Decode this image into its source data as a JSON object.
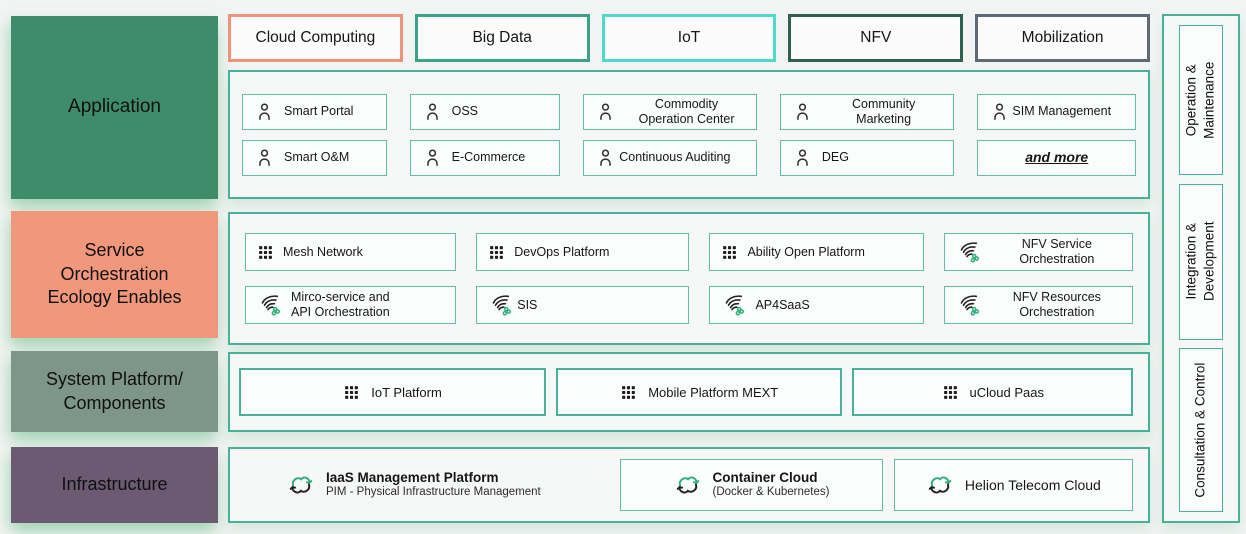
{
  "colors": {
    "accent_teal": "#47b199",
    "item_border_teal": "#62bca8",
    "cloud_computing_border": "#ec9478",
    "big_data_border": "#3ca189",
    "iot_border": "#4fd9cd",
    "nfv_border": "#2e5f4f",
    "mobilization_border": "#5d6a76",
    "application_block": "#3e8c69",
    "service_block": "#f0977c",
    "system_block": "#7e968a",
    "infrastructure_block": "#6b5a71",
    "icon_green": "#2fae7c"
  },
  "left_column": {
    "rows": [
      {
        "label": "Application"
      },
      {
        "label": "Service\nOrchestration\nEcology Enables"
      },
      {
        "label": "System Platform/\nComponents"
      },
      {
        "label": "Infrastructure"
      }
    ]
  },
  "top_bar": {
    "items": [
      {
        "label": "Cloud Computing",
        "border": "#ec9478"
      },
      {
        "label": "Big Data",
        "border": "#3ca189"
      },
      {
        "label": "IoT",
        "border": "#4fd9cd"
      },
      {
        "label": "NFV",
        "border": "#2e5f4f"
      },
      {
        "label": "Mobilization",
        "border": "#5d6a76"
      }
    ]
  },
  "application": {
    "items": [
      {
        "label": "Smart Portal",
        "icon": "person-icon"
      },
      {
        "label": "OSS",
        "icon": "person-icon"
      },
      {
        "label": "Commodity\nOperation Center",
        "icon": "person-icon"
      },
      {
        "label": "Community\nMarketing",
        "icon": "person-icon"
      },
      {
        "label": "SIM Management",
        "icon": "person-icon"
      },
      {
        "label": "Smart O&M",
        "icon": "person-icon"
      },
      {
        "label": "E-Commerce",
        "icon": "person-icon"
      },
      {
        "label": "Continuous Auditing",
        "icon": "person-icon"
      },
      {
        "label": "DEG",
        "icon": "person-icon"
      },
      {
        "label": "and more",
        "icon": null
      }
    ]
  },
  "service_orchestration": {
    "items": [
      {
        "label": "Mesh Network",
        "icon": "grid-icon"
      },
      {
        "label": "DevOps Platform",
        "icon": "grid-icon"
      },
      {
        "label": "Ability Open Platform",
        "icon": "grid-icon"
      },
      {
        "label": "NFV Service\nOrchestration",
        "icon": "stream-icon"
      },
      {
        "label": "Mirco-service and\nAPI Orchestration",
        "icon": "stream-icon"
      },
      {
        "label": "SIS",
        "icon": "stream-icon"
      },
      {
        "label": "AP4SaaS",
        "icon": "stream-icon"
      },
      {
        "label": "NFV Resources\nOrchestration",
        "icon": "stream-icon"
      }
    ]
  },
  "system_platform": {
    "items": [
      {
        "label": "IoT Platform",
        "icon": "grid-icon"
      },
      {
        "label": "Mobile Platform MEXT",
        "icon": "grid-icon"
      },
      {
        "label": "uCloud Paas",
        "icon": "grid-icon"
      }
    ]
  },
  "infrastructure": {
    "items": [
      {
        "title": "IaaS Management Platform",
        "subtitle": "PIM - Physical Infrastructure Management",
        "icon": "cycle-icon"
      },
      {
        "title": "Container Cloud",
        "subtitle": "(Docker & Kubernetes)",
        "icon": "cycle-icon"
      },
      {
        "title": "Helion Telecom Cloud",
        "subtitle": "",
        "icon": "cycle-icon"
      }
    ]
  },
  "right_column": {
    "items": [
      {
        "label": "Operation &\nMaintenance"
      },
      {
        "label": "Integration &\nDevelopment"
      },
      {
        "label": "Consultation & Control"
      }
    ]
  }
}
